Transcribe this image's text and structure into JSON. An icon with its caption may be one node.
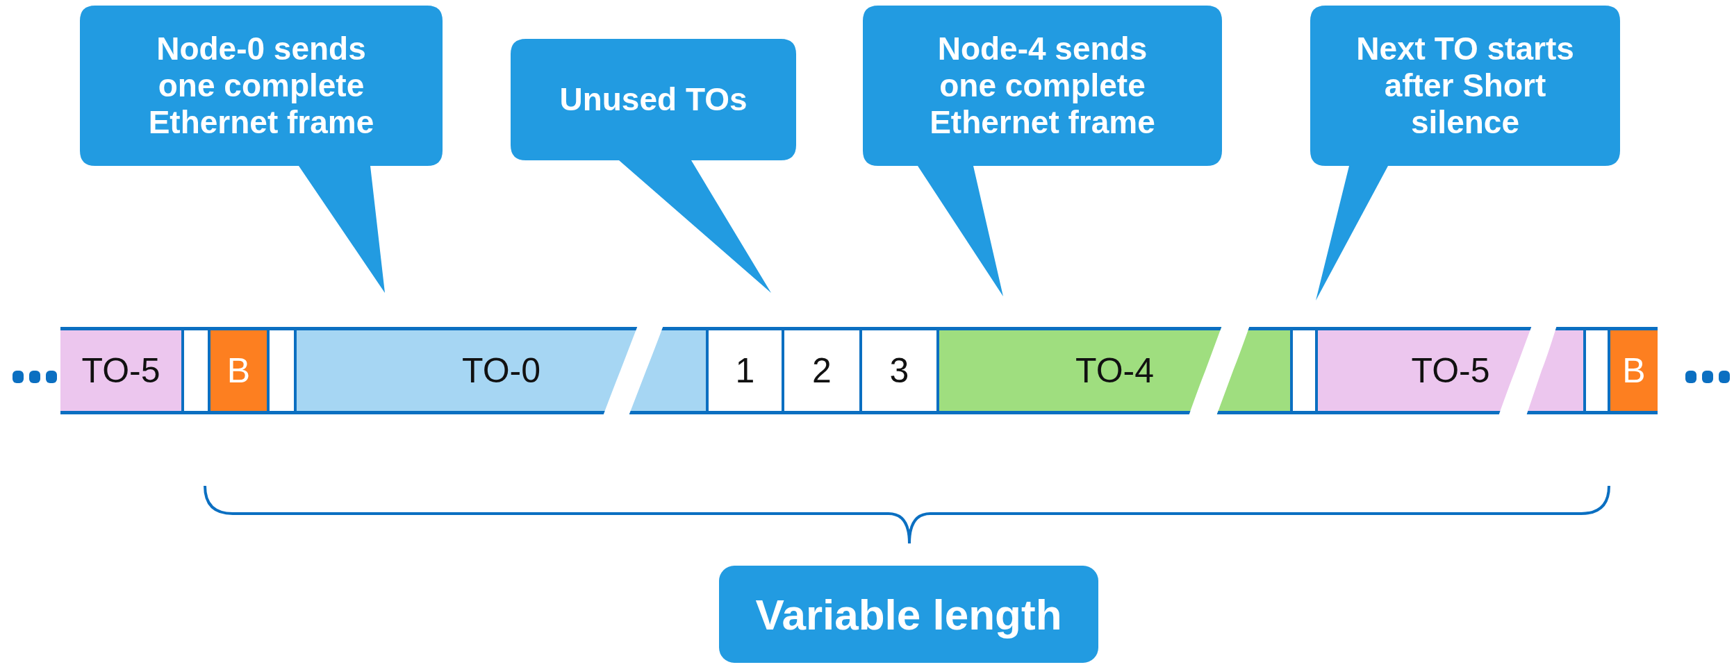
{
  "diagram": {
    "nodes": [
      {
        "text": [
          "Node-0 sends one complete Ethernet frame"
        ]
      },
      {
        "text": [
          "Unused TOs"
        ]
      },
      {
        "text": [
          "Node-4 sends one complete Ethernet frame"
        ]
      },
      {
        "text": [
          "Next TO starts after Short silence"
        ]
      },
      {
        "text": [
          "TO-5"
        ]
      },
      {
        "text": [],
        "shape": "box"
      },
      {
        "text": [
          "B"
        ]
      },
      {
        "text": [],
        "shape": "box"
      },
      {
        "text": [
          "TO-0"
        ]
      },
      {
        "text": [
          "1"
        ]
      },
      {
        "text": [
          "2"
        ]
      },
      {
        "text": [
          "3"
        ]
      },
      {
        "text": [
          "TO-4"
        ]
      },
      {
        "text": [],
        "shape": "box"
      },
      {
        "text": [
          "TO-5"
        ]
      },
      {
        "text": [],
        "shape": "box"
      },
      {
        "text": [
          "B"
        ]
      },
      {
        "text": [
          "Variable length"
        ]
      }
    ]
  }
}
